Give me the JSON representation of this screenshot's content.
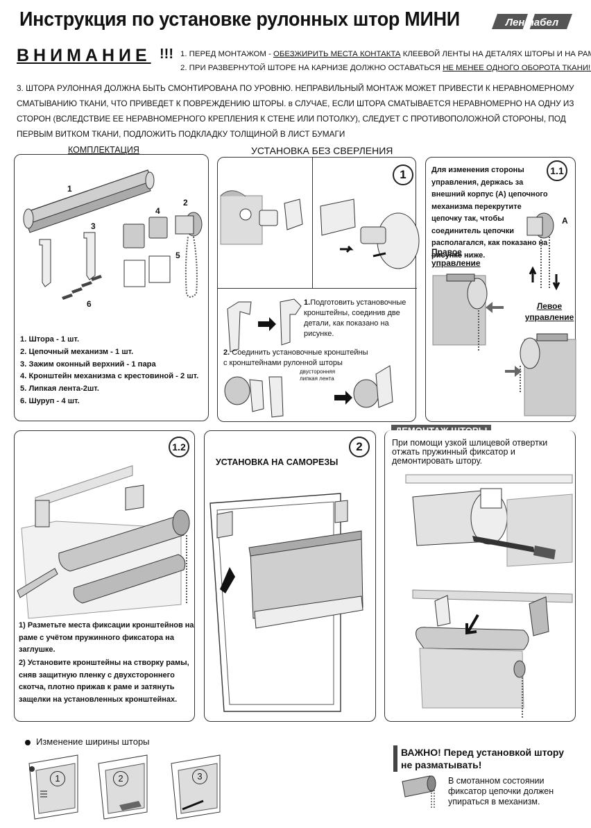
{
  "header": {
    "title": "Инструкция по установке рулонных штор МИНИ",
    "brand": "Лентабел"
  },
  "warning": {
    "label": "ВНИМАНИЕ",
    "exclaim": "!!!",
    "note1_prefix": "1. ПЕРЕД МОНТАЖОМ - ",
    "note1_underlined": "ОБЕЗЖИРИТЬ МЕСТА КОНТАКТА",
    "note1_suffix": " КЛЕЕВОЙ ЛЕНТЫ НА ДЕТАЛЯХ ШТОРЫ И НА РАМЕ.",
    "note2_prefix": "2. ПРИ РАЗВЕРНУТОЙ ШТОРЕ НА КАРНИЗЕ ДОЛЖНО ОСТАВАТЬСЯ ",
    "note2_underlined": "НЕ МЕНЕЕ ОДНОГО ОБОРОТА ТКАНИ!!!",
    "note3": "3. ШТОРА РУЛОННАЯ ДОЛЖНА БЫТЬ СМОНТИРОВАНА ПО УРОВНЮ. НЕПРАВИЛЬНЫЙ МОНТАЖ МОЖЕТ ПРИВЕСТИ К НЕРАВНОМЕРНОМУ СМАТЫВАНИЮ ТКАНИ, ЧТО ПРИВЕДЕТ К ПОВРЕЖДЕНИЮ ШТОРЫ. в СЛУЧАЕ, ЕСЛИ ШТОРА СМАТЫВАЕТСЯ НЕРАВНОМЕРНО НА ОДНУ ИЗ СТОРОН (ВСЛЕДСТВИЕ ЕЕ НЕРАВНОМЕРНОГО КРЕПЛЕНИЯ К СТЕНЕ ИЛИ ПОТОЛКУ), СЛЕДУЕТ С ПРОТИВОПОЛОЖНОЙ СТОРОНЫ, ПОД ПЕРВЫМ ВИТКОМ ТКАНИ, ПОДЛОЖИТЬ ПОДКЛАДКУ ТОЛЩИНОЙ В ЛИСТ БУМАГИ"
  },
  "kit": {
    "title": "КОМПЛЕКТАЦИЯ",
    "callouts": [
      "1",
      "2",
      "3",
      "4",
      "5",
      "6"
    ],
    "items": [
      "1. Штора - 1 шт.",
      "2. Цепочный механизм - 1 шт.",
      "3. Зажим оконный верхний - 1 пара",
      "4. Кронштейн механизма с крестовиной - 2 шт.",
      "5. Липкая лента-2шт.",
      "6. Шуруп - 4 шт."
    ]
  },
  "no_drill": {
    "title": "УСТАНОВКА БЕЗ СВЕРЛЕНИЯ",
    "step1_num": "1.",
    "step1_text": "Подготовить установочные кронштейны, соединив две детали, как показано на рисунке.",
    "step2_num": "2.",
    "step2_text": "Соединить установочные кронштейны с кронштейнами рулонной шторы",
    "tape_label": "двусторонняя липкая лента"
  },
  "badges": {
    "b1": "1",
    "b11": "1.1",
    "b12": "1.2",
    "b2": "2",
    "w1": "1",
    "w2": "2",
    "w3": "3"
  },
  "side_change": {
    "text": "Для изменения стороны управления, держась за внешний корпус (А) цепочного механизма перекрутите цепочку так, чтобы соединитель цепочки располагался, как показано на рисунке ниже.",
    "label_a": "A",
    "right": "Правое управление",
    "left": "Левое управление"
  },
  "frame_mount": {
    "text1": "1) Разметьте места фиксации кронштейнов на раме с учётом пружинного фиксатора на заглушке.",
    "text2": "2) Установите кронштейны на створку рамы, сняв защитную пленку с двухстороннего скотча, плотно прижав к раме и затянуть защелки на установленных кронштейнах."
  },
  "screws": {
    "title": "УСТАНОВКА НА САМОРЕЗЫ"
  },
  "dismantle": {
    "title": "ДЕМОНТАЖ ШТОРЫ",
    "text": "При помощи узкой шлицевой отвертки отжать пружинный фиксатор и демонтировать штору."
  },
  "width": {
    "title": "Изменение ширины шторы"
  },
  "important": {
    "title": "ВАЖНО! Перед установкой штору не разматывать!",
    "text": "В смотанном состоянии фиксатор цепочки должен упираться в механизм."
  },
  "colors": {
    "text": "#111111",
    "panel_border": "#333333",
    "tube": "#c9c9c9",
    "fabric": "#bdbdbd",
    "dark_plate": "#444444"
  }
}
